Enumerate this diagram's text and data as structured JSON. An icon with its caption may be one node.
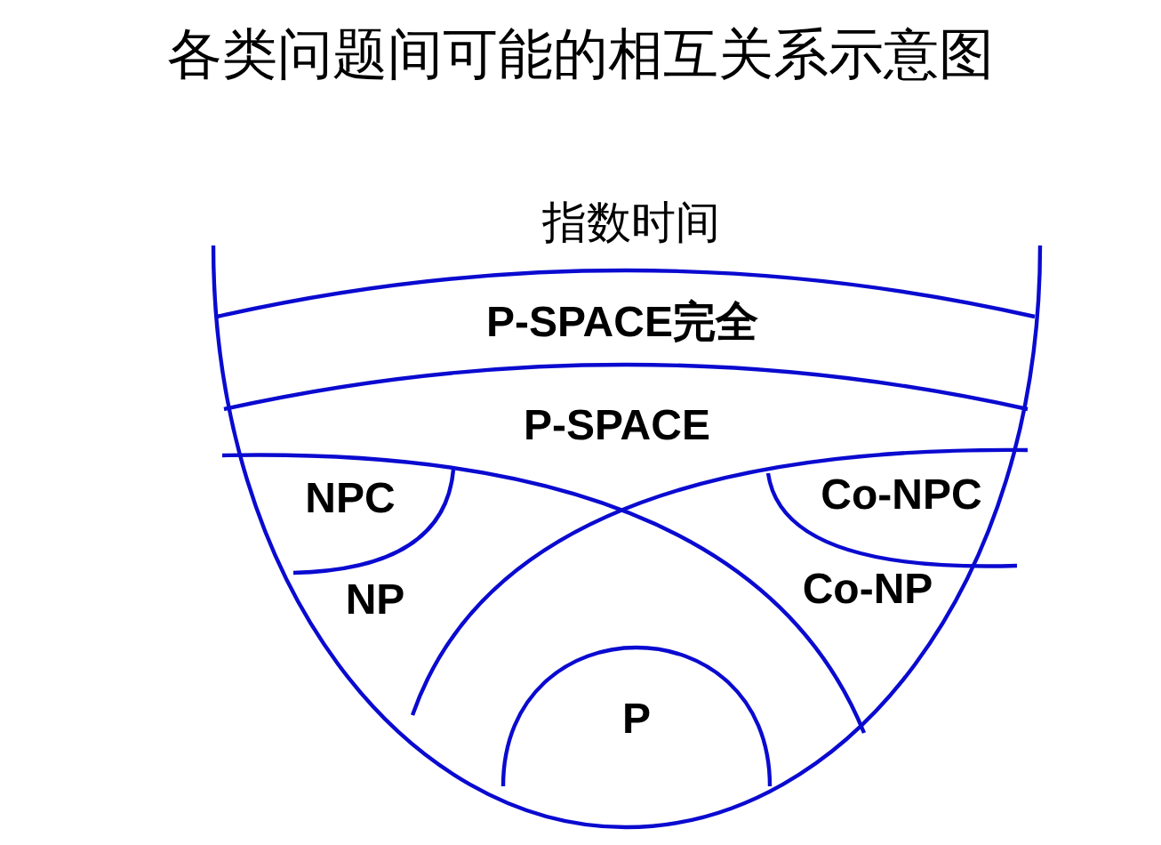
{
  "diagram": {
    "title": "各类问题间可能的相互关系示意图",
    "nodes": [
      {
        "text": [
          "指数时间"
        ]
      },
      {
        "text": [
          "P-SPACE完全"
        ],
        "in": 0
      },
      {
        "text": [
          "P-SPACE"
        ],
        "in": 0
      },
      {
        "text": [
          "NP"
        ],
        "in": 2
      },
      {
        "text": [
          "NPC"
        ],
        "in": 3
      },
      {
        "text": [
          "Co-NP"
        ],
        "in": 2
      },
      {
        "text": [
          "Co-NPC"
        ],
        "in": 5
      },
      {
        "text": [
          "P"
        ],
        "in": 2
      }
    ],
    "edges": []
  }
}
